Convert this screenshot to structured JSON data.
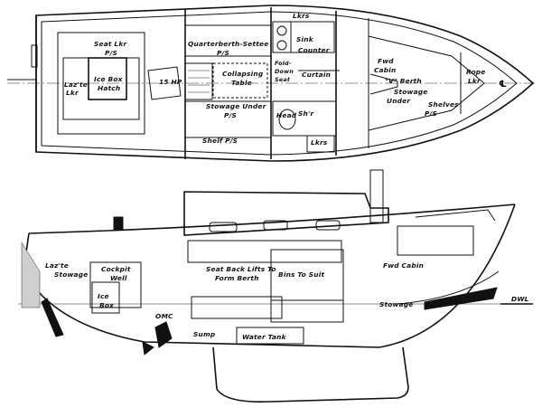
{
  "plan_view": {
    "labels": {
      "seat_lkr": "Seat Lkr",
      "seat_pls": "P/S",
      "lazte_lkr_1": "Laz'te",
      "lazte_lkr_2": "Lkr",
      "icebox_hatch_1": "Ice Box",
      "icebox_hatch_2": "Hatch",
      "engine_hp": "15 HP",
      "quarterberth": "Quarterberth-Settee",
      "quarterberth_pls": "P/S",
      "collapsing_table_1": "Collapsing",
      "collapsing_table_2": "Table",
      "stowage_under": "Stowage Under",
      "stowage_under_pls": "P/S",
      "shelf": "Shelf P/S",
      "lkrs_top": "Lkrs",
      "sink": "Sink",
      "counter": "Counter",
      "fold_down_seat_1": "Fold-",
      "fold_down_seat_2": "Down",
      "fold_down_seat_3": "Seat",
      "curtain": "Curtain",
      "head": "Head",
      "shr": "Sh'r",
      "lkrs_bottom": "Lkrs",
      "fwd_cabin_1": "Fwd",
      "fwd_cabin_2": "Cabin",
      "v_berth": "\"V\" Berth",
      "stowage_under_fwd_1": "Stowage",
      "stowage_under_fwd_2": "Under",
      "shelves_1": "Shelves",
      "shelves_2": "P/S",
      "rope_lkr_1": "Rope",
      "rope_lkr_2": "Lkr",
      "centerline": "℄"
    }
  },
  "profile_view": {
    "labels": {
      "lazte_stowage_1": "Laz'te",
      "lazte_stowage_2": "Stowage",
      "cockpit_well_1": "Cockpit",
      "cockpit_well_2": "Well",
      "ice_box_1": "Ice",
      "ice_box_2": "Box",
      "omc": "OMC",
      "sump": "Sump",
      "water_tank": "Water  Tank",
      "seat_back_1": "Seat Back Lifts To",
      "seat_back_2": "Form Berth",
      "bins": "Bins To Suit",
      "fwd_cabin": "Fwd Cabin",
      "stowage": "Stowage",
      "dwl": "DWL"
    }
  }
}
